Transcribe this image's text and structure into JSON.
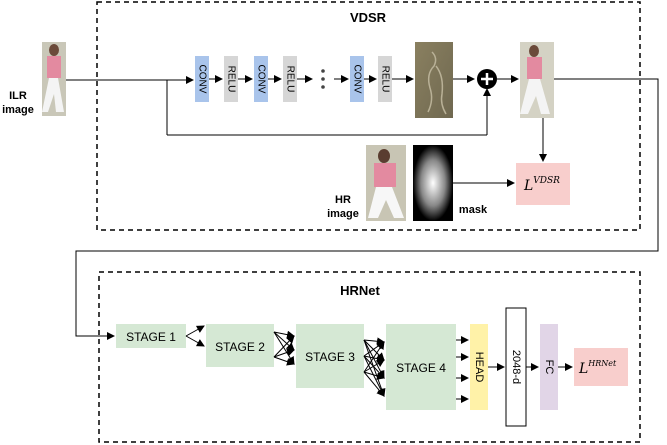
{
  "vdsr": {
    "title": "VDSR",
    "input_label_line1": "ILR",
    "input_label_line2": "image",
    "blocks": [
      "CONV",
      "RELU",
      "CONV",
      "RELU",
      "CONV",
      "RELU"
    ],
    "hr_label_line1": "HR",
    "hr_label_line2": "image",
    "mask_label": "mask",
    "loss_base": "L",
    "loss_sup": "VDSR"
  },
  "hrnet": {
    "title": "HRNet",
    "stages": [
      "STAGE 1",
      "STAGE 2",
      "STAGE 3",
      "STAGE 4"
    ],
    "head": "HEAD",
    "feature": "2048-d",
    "fc": "FC",
    "loss_base": "L",
    "loss_sup": "HRNet"
  },
  "colors": {
    "conv": "#a9c4eb",
    "relu": "#d6d6d6",
    "stage": "#d5e8d4",
    "head": "#fff2a8",
    "fc": "#e1d5e7",
    "loss": "#f8cecc"
  }
}
